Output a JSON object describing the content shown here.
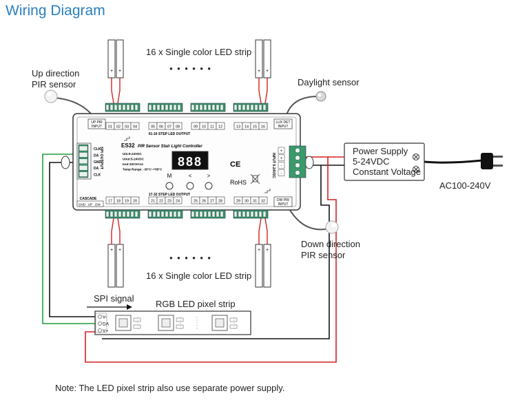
{
  "title": "Wiring Diagram",
  "labels": {
    "led_strip_top": "16 x Single color LED strip",
    "led_strip_bottom": "16 x Single color LED strip",
    "up_pir_line1": "Up direction",
    "up_pir_line2": "PIR sensor",
    "daylight_sensor": "Daylight sensor",
    "down_pir_line1": "Down direction",
    "down_pir_line2": "PIR sensor",
    "power_supply_line1": "Power Supply",
    "power_supply_line2": "5-24VDC",
    "power_supply_line3": "Constant Voltage",
    "ac_input": "AC100-240V",
    "spi_signal": "SPI signal",
    "rgb_strip": "RGB LED pixel strip",
    "dots": "● ● ● ● ● ●",
    "note": "Note: The LED pixel strip also use separate power supply."
  },
  "controller": {
    "model": "ES32",
    "name": "PIR Sensor Stair Light Controller",
    "specs": [
      "Uin:5-24VDC",
      "Uout:5-24VDC",
      "Iout:32CH×1A",
      "Temp Range: -30°C~+55°C"
    ],
    "display": "888",
    "buttons": [
      "M",
      "<",
      ">"
    ],
    "top_output_label": "01-16 STEP LED OUTPUT",
    "bottom_output_label": "17-32 STEP LED OUTPUT",
    "up_pir_input": [
      "UP PIR",
      "INPUT"
    ],
    "lux_det_input": [
      "LUX DET",
      "INPUT"
    ],
    "dw_pir_input": [
      "DW PIR",
      "INPUT"
    ],
    "cascade": "CASCADE",
    "cascade_pins": [
      "GND",
      "UP",
      "DW"
    ],
    "spi_output": "SPI OUTPUT",
    "spi_pins": [
      "CLK",
      "DA",
      "GND",
      "DA",
      "CLK"
    ],
    "input_label": "INPUT 5-24VDC",
    "top_channels": [
      "01",
      "02",
      "03",
      "04",
      "05",
      "06",
      "07",
      "08",
      "09",
      "10",
      "11",
      "12",
      "13",
      "14",
      "15",
      "16"
    ],
    "bottom_channels": [
      "17",
      "18",
      "19",
      "20",
      "21",
      "22",
      "23",
      "24",
      "25",
      "26",
      "27",
      "28",
      "29",
      "30",
      "31",
      "32"
    ],
    "cert_marks": [
      "CE",
      "RoHS"
    ]
  },
  "strip_pins": [
    "V-",
    "DA",
    "V+"
  ],
  "strip_polarity": [
    "+",
    "-"
  ],
  "colors": {
    "title": "#2a7fc1",
    "red_wire": "#d42020",
    "green_wire": "#1e9e3c",
    "black_wire": "#111111",
    "terminal_green": "#3a9a6a"
  }
}
